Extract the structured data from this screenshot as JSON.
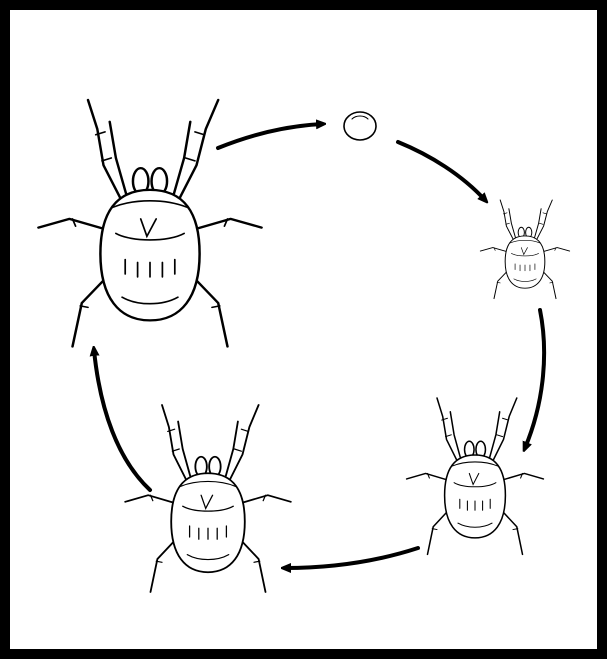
{
  "diagram": {
    "stages": [
      {
        "name": "adult",
        "icon": "adult-mite-icon"
      },
      {
        "name": "egg",
        "icon": "egg-icon"
      },
      {
        "name": "larva",
        "icon": "larva-icon"
      },
      {
        "name": "protonymph",
        "icon": "protonymph-icon"
      },
      {
        "name": "deutonymph",
        "icon": "deutonymph-icon"
      }
    ],
    "colors": {
      "ink": "#000000",
      "background": "#ffffff",
      "frame": "#000000"
    }
  }
}
